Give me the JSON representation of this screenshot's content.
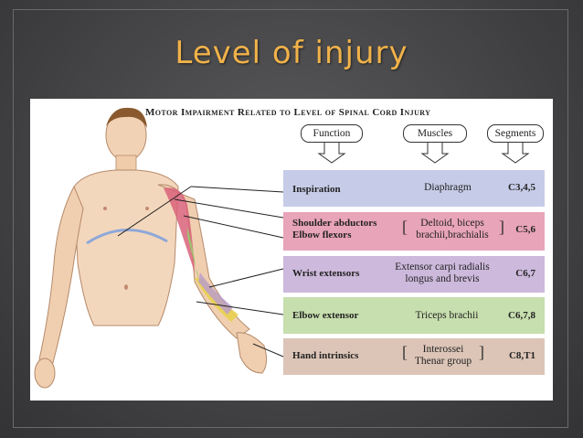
{
  "slide_title": "Level of injury",
  "figure_heading": "Motor Impairment Related to Level of Spinal Cord Injury",
  "column_headers": {
    "function": "Function",
    "muscles": "Muscles",
    "segments": "Segments"
  },
  "rows": [
    {
      "function": "Inspiration",
      "muscles": "Diaphragm",
      "segments": "C3,4,5",
      "color": "#c6cce8"
    },
    {
      "function_1": "Shoulder abductors",
      "function_2": "Elbow flexors",
      "muscles_1": "Deltoid, biceps",
      "muscles_2": "brachii,brachialis",
      "segments": "C5,6",
      "color": "#e8a4b8"
    },
    {
      "function": "Wrist extensors",
      "muscles_1": "Extensor carpi radialis",
      "muscles_2": "longus and brevis",
      "segments": "C6,7",
      "color": "#cdb9dc"
    },
    {
      "function": "Elbow extensor",
      "muscles": "Triceps brachii",
      "segments": "C6,7,8",
      "color": "#c7deae"
    },
    {
      "function": "Hand intrinsics",
      "muscles_1": "Interossei",
      "muscles_2": "Thenar group",
      "segments": "C8,T1",
      "color": "#dcc5b7"
    }
  ]
}
